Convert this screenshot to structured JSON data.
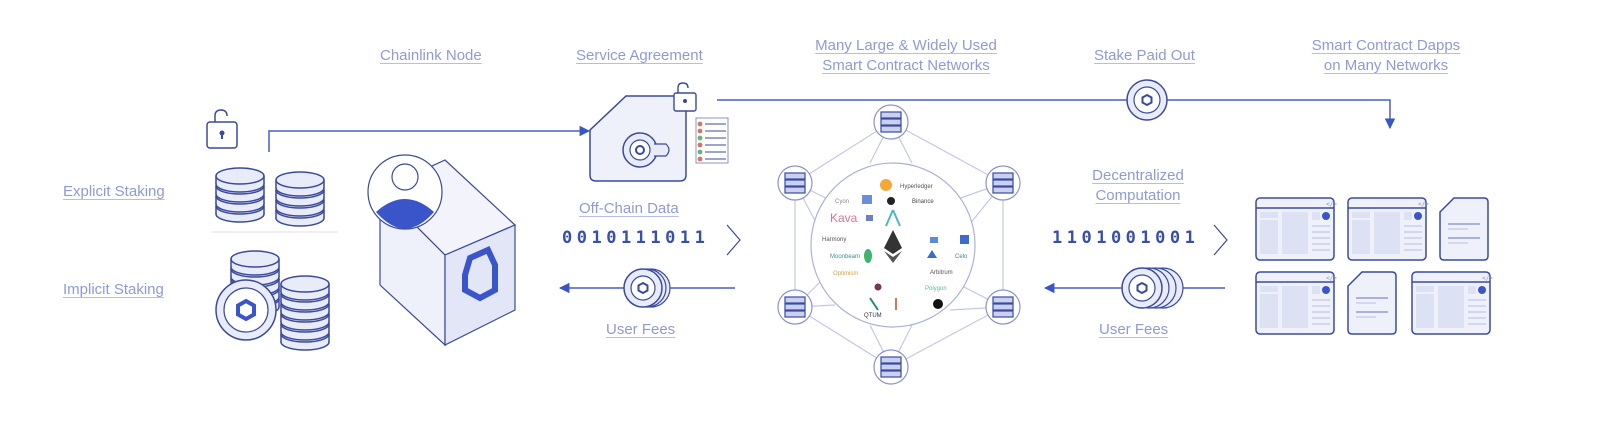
{
  "title": "Chainlink Staking and Network Flow",
  "colors": {
    "primary": "#3a55c9",
    "line": "#4a5fc1",
    "label": "#8f9ad6",
    "light_fill": "#e8ebf8",
    "outline": "#3b4a9c",
    "node_line": "#c3c8e6",
    "red_dot": "#d9745e",
    "green_dot": "#6bb07a"
  },
  "labels": {
    "chainlink_node": "Chainlink Node",
    "service_agreement": "Service Agreement",
    "networks_line1": "Many Large & Widely Used",
    "networks_line2": "Smart Contract Networks",
    "stake_paid_out": "Stake Paid Out",
    "dapps_line1": "Smart Contract Dapps",
    "dapps_line2": "on Many Networks",
    "explicit_staking": "Explicit Staking",
    "implicit_staking": "Implicit Staking",
    "off_chain_data": "Off-Chain Data",
    "user_fees_left": "User Fees",
    "decentralized_line1": "Decentralized",
    "decentralized_line2": "Computation",
    "user_fees_right": "User Fees"
  },
  "binary": {
    "off_chain": "0010111011",
    "computation": "1101001001"
  },
  "network_logos": [
    "Bitcoin",
    "Hyperledger",
    "Cyon",
    "Polkadot",
    "Binance",
    "Kava",
    "Tezos",
    "Ethereum",
    "Harmony",
    "Moonbeam",
    "Avalanche",
    "Solana",
    "Celo",
    "Optimism",
    "Arbitrum",
    "Polygon",
    "QTUM"
  ]
}
